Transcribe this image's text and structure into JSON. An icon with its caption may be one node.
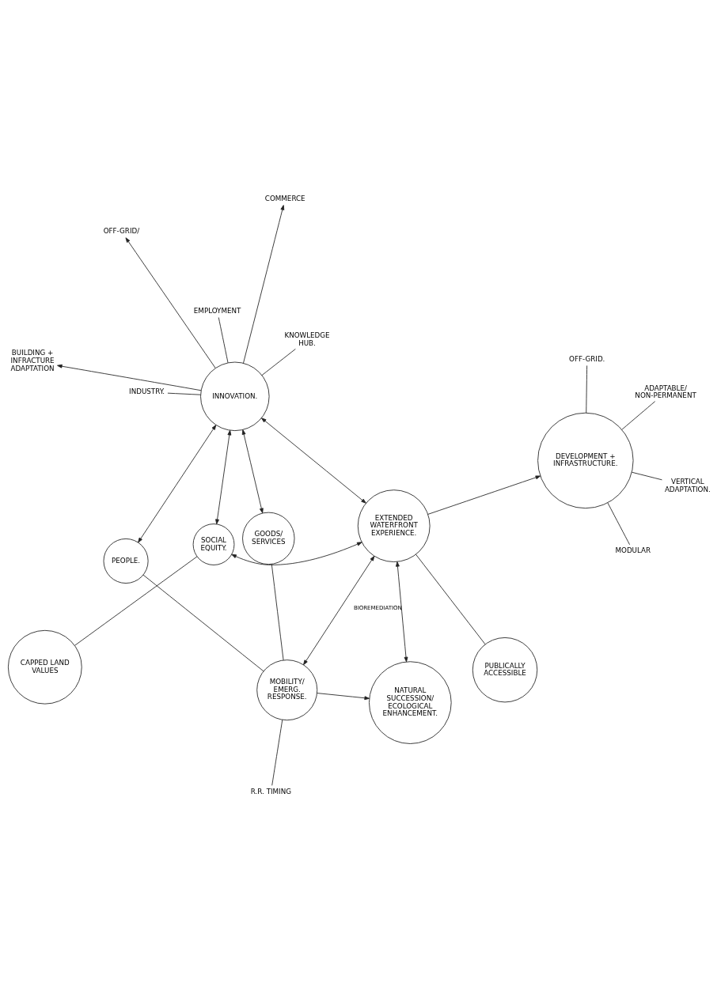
{
  "diagram": {
    "nodes": [
      {
        "text": [
          "DEVELOPMENT + INFRASTRUCTURE."
        ]
      },
      {
        "text": [
          "PUBLICALLY ACCESSIBLE"
        ]
      },
      {
        "text": [
          "NATURAL SUCCESSION/ ECOLOGICAL ENHANCEMENT."
        ]
      },
      {
        "text": [
          "EXTENDED WATERFRONT EXPERIENCE."
        ]
      },
      {
        "text": [
          "MOBILITY/ EMERG. RESPONSE."
        ]
      },
      {
        "text": [
          "SOCIAL EQUITY."
        ]
      },
      {
        "text": [
          "GOODS/ SERVICES"
        ]
      },
      {
        "text": [
          "PEOPLE."
        ]
      },
      {
        "text": [
          "INNOVATION."
        ]
      },
      {
        "text": [
          "CAPPED LAND VALUES"
        ]
      },
      {
        "text": [
          "VERTICAL ADAPTATION."
        ]
      },
      {
        "text": [
          "OFF-GRID."
        ]
      },
      {
        "text": [
          "MODULAR"
        ]
      },
      {
        "text": [
          "ADAPTABLE/ NON-PERMANENT"
        ]
      },
      {
        "text": [
          "R.R. TIMING"
        ]
      },
      {
        "text": [
          "EMPLOYMENT"
        ]
      },
      {
        "text": [
          "COMMERCE"
        ]
      },
      {
        "text": [
          "INDUSTRY."
        ]
      },
      {
        "text": [
          "KNOWLEDGE HUB."
        ]
      },
      {
        "text": [
          "BUILDING + INFRACTURE ADAPTATION"
        ]
      },
      {
        "text": [
          "OFF-GRID/"
        ]
      }
    ],
    "edges": [
      {
        "from": 10,
        "to": 0,
        "arrow": "none"
      },
      {
        "from": 11,
        "to": 0,
        "arrow": "none"
      },
      {
        "from": 12,
        "to": 0,
        "arrow": "none"
      },
      {
        "from": 13,
        "to": 0,
        "arrow": "none"
      },
      {
        "from": 1,
        "to": 3,
        "arrow": "none"
      },
      {
        "from": 3,
        "to": 0,
        "arrow": "to"
      },
      {
        "from": 3,
        "to": 2,
        "arrow": "both",
        "label": "BIOREMEDIATION"
      },
      {
        "from": 4,
        "to": 2,
        "arrow": "to"
      },
      {
        "from": 3,
        "to": 4,
        "arrow": "both"
      },
      {
        "from": 3,
        "to": 5,
        "arrow": "both"
      },
      {
        "from": 3,
        "to": 8,
        "arrow": "both"
      },
      {
        "from": 4,
        "to": 6,
        "arrow": "none"
      },
      {
        "from": 4,
        "to": 7,
        "arrow": "none"
      },
      {
        "from": 14,
        "to": 4,
        "arrow": "none"
      },
      {
        "from": 5,
        "to": 9,
        "arrow": "none"
      },
      {
        "from": 5,
        "to": 8,
        "arrow": "both"
      },
      {
        "from": 6,
        "to": 8,
        "arrow": "both"
      },
      {
        "from": 7,
        "to": 8,
        "arrow": "both"
      },
      {
        "from": 15,
        "to": 8,
        "arrow": "none"
      },
      {
        "from": 8,
        "to": 16,
        "arrow": "to"
      },
      {
        "from": 17,
        "to": 8,
        "arrow": "none"
      },
      {
        "from": 18,
        "to": 8,
        "arrow": "none"
      },
      {
        "from": 8,
        "to": 19,
        "arrow": "to"
      },
      {
        "from": 8,
        "to": 20,
        "arrow": "to"
      }
    ]
  }
}
